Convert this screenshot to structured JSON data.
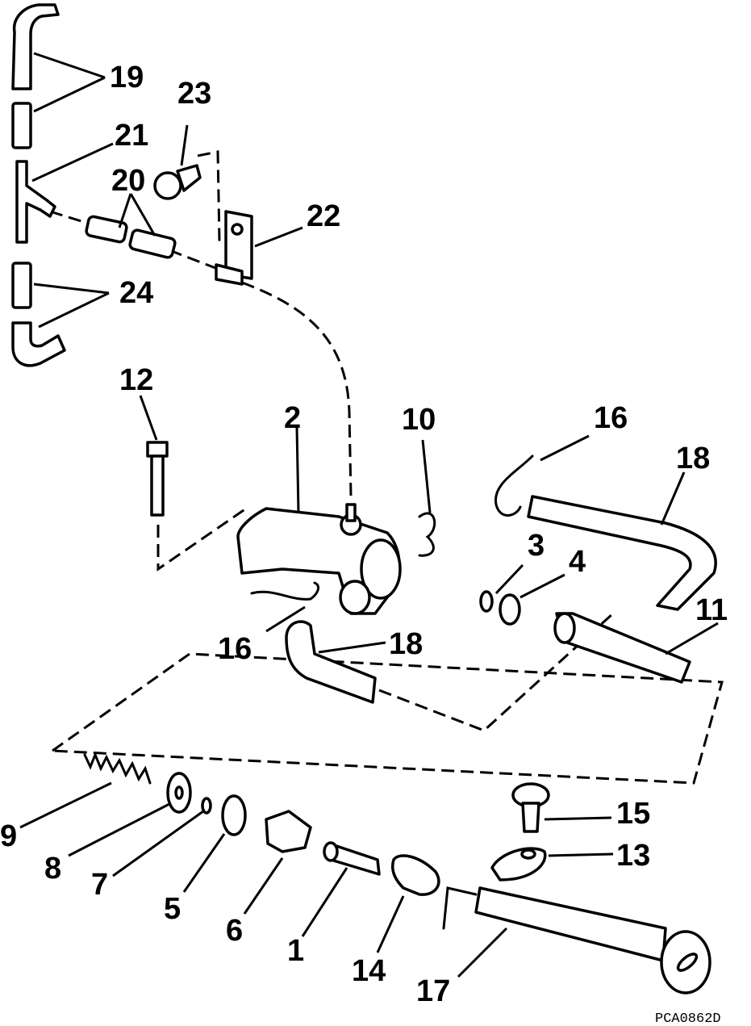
{
  "diagram": {
    "code": "PCA0862D",
    "callouts": [
      "19",
      "23",
      "21",
      "20",
      "22",
      "24",
      "12",
      "2",
      "10",
      "16",
      "18",
      "3",
      "4",
      "11",
      "16",
      "18",
      "9",
      "8",
      "7",
      "5",
      "6",
      "1",
      "14",
      "15",
      "13",
      "17"
    ]
  }
}
